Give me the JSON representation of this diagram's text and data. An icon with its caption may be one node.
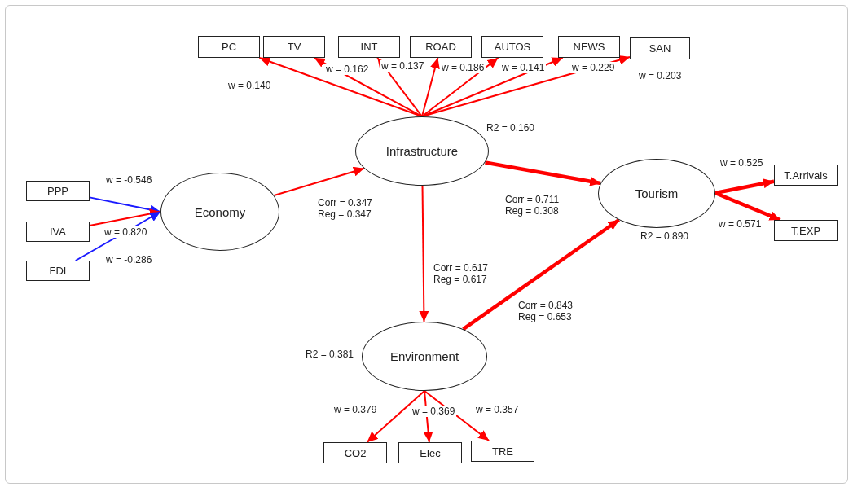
{
  "diagram": {
    "nodes": [
      {
        "text": [
          "PC"
        ]
      },
      {
        "text": [
          "TV"
        ]
      },
      {
        "text": [
          "INT"
        ]
      },
      {
        "text": [
          "ROAD"
        ]
      },
      {
        "text": [
          "AUTOS"
        ]
      },
      {
        "text": [
          "NEWS"
        ]
      },
      {
        "text": [
          "SAN"
        ]
      },
      {
        "text": [
          "PPP"
        ]
      },
      {
        "text": [
          "IVA"
        ]
      },
      {
        "text": [
          "FDI"
        ]
      },
      {
        "text": [
          "Economy"
        ]
      },
      {
        "text": [
          "Infrastructure"
        ],
        "beside": [
          "R2 = 0.160"
        ]
      },
      {
        "text": [
          "Tourism"
        ],
        "beside": [
          "R2 = 0.890"
        ]
      },
      {
        "text": [
          "Environment"
        ],
        "beside": [
          "R2 = 0.381"
        ]
      },
      {
        "text": [
          "T.Arrivals"
        ]
      },
      {
        "text": [
          "T.EXP"
        ]
      },
      {
        "text": [
          "CO2"
        ]
      },
      {
        "text": [
          "Elec"
        ]
      },
      {
        "text": [
          "TRE"
        ]
      }
    ],
    "edges": [
      {
        "from": 11,
        "to": 0,
        "arrow": "to",
        "label": "w = 0.140"
      },
      {
        "from": 11,
        "to": 1,
        "arrow": "to",
        "label": "w = 0.162"
      },
      {
        "from": 11,
        "to": 2,
        "arrow": "to",
        "label": "w = 0.137"
      },
      {
        "from": 11,
        "to": 3,
        "arrow": "to",
        "label": "w = 0.186"
      },
      {
        "from": 11,
        "to": 4,
        "arrow": "to",
        "label": "w = 0.141"
      },
      {
        "from": 11,
        "to": 5,
        "arrow": "to",
        "label": "w = 0.229"
      },
      {
        "from": 11,
        "to": 6,
        "arrow": "to",
        "label": "w = 0.203"
      },
      {
        "from": 7,
        "to": 10,
        "arrow": "to",
        "label": "w = -0.546",
        "color": "#1a1aff"
      },
      {
        "from": 8,
        "to": 10,
        "arrow": "to",
        "label": "w = 0.820"
      },
      {
        "from": 9,
        "to": 10,
        "arrow": "to",
        "label": "w = -0.286",
        "color": "#1a1aff"
      },
      {
        "from": 10,
        "to": 11,
        "arrow": "to",
        "label": "Corr = 0.347 Reg = 0.347"
      },
      {
        "from": 11,
        "to": 12,
        "arrow": "to",
        "label": "Corr = 0.711 Reg = 0.308",
        "style": "thick"
      },
      {
        "from": 11,
        "to": 13,
        "arrow": "to",
        "label": "Corr = 0.617 Reg = 0.617"
      },
      {
        "from": 13,
        "to": 12,
        "arrow": "to",
        "label": "Corr = 0.843 Reg = 0.653",
        "style": "thick"
      },
      {
        "from": 12,
        "to": 14,
        "arrow": "to",
        "label": "w = 0.525",
        "style": "thick"
      },
      {
        "from": 12,
        "to": 15,
        "arrow": "to",
        "label": "w = 0.571",
        "style": "thick"
      },
      {
        "from": 13,
        "to": 16,
        "arrow": "to",
        "label": "w = 0.379"
      },
      {
        "from": 13,
        "to": 17,
        "arrow": "to",
        "label": "w = 0.369"
      },
      {
        "from": 13,
        "to": 18,
        "arrow": "to",
        "label": "w = 0.357"
      }
    ]
  }
}
